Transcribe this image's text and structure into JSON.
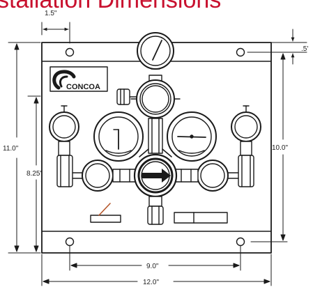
{
  "title": "stallation Dimensions",
  "logo": {
    "text": "CONCOA"
  },
  "dimensions": {
    "top_offset": "1.5\"",
    "hole_offset": ".5'",
    "overall_height": "11.0\"",
    "mount_height": "8.25\"",
    "hole_spacing_vertical": "10.0\"",
    "hole_spacing_horizontal": "9.0\"",
    "overall_width": "12.0\""
  },
  "colors": {
    "title": "#c8102e",
    "line": "#1a1a1a",
    "accent_needle": "#b5562a"
  }
}
